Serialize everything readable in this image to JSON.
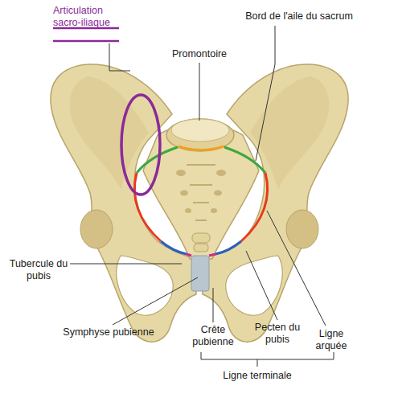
{
  "diagram": {
    "labels": [
      "Articulation sacro-iliaque",
      "Bord de l'aile du sacrum",
      "Promontoire",
      "Tubercule du pubis",
      "Symphyse pubienne",
      "Crête pubienne",
      "Pecten du pubis",
      "Ligne arquée",
      "Ligne terminale"
    ]
  }
}
